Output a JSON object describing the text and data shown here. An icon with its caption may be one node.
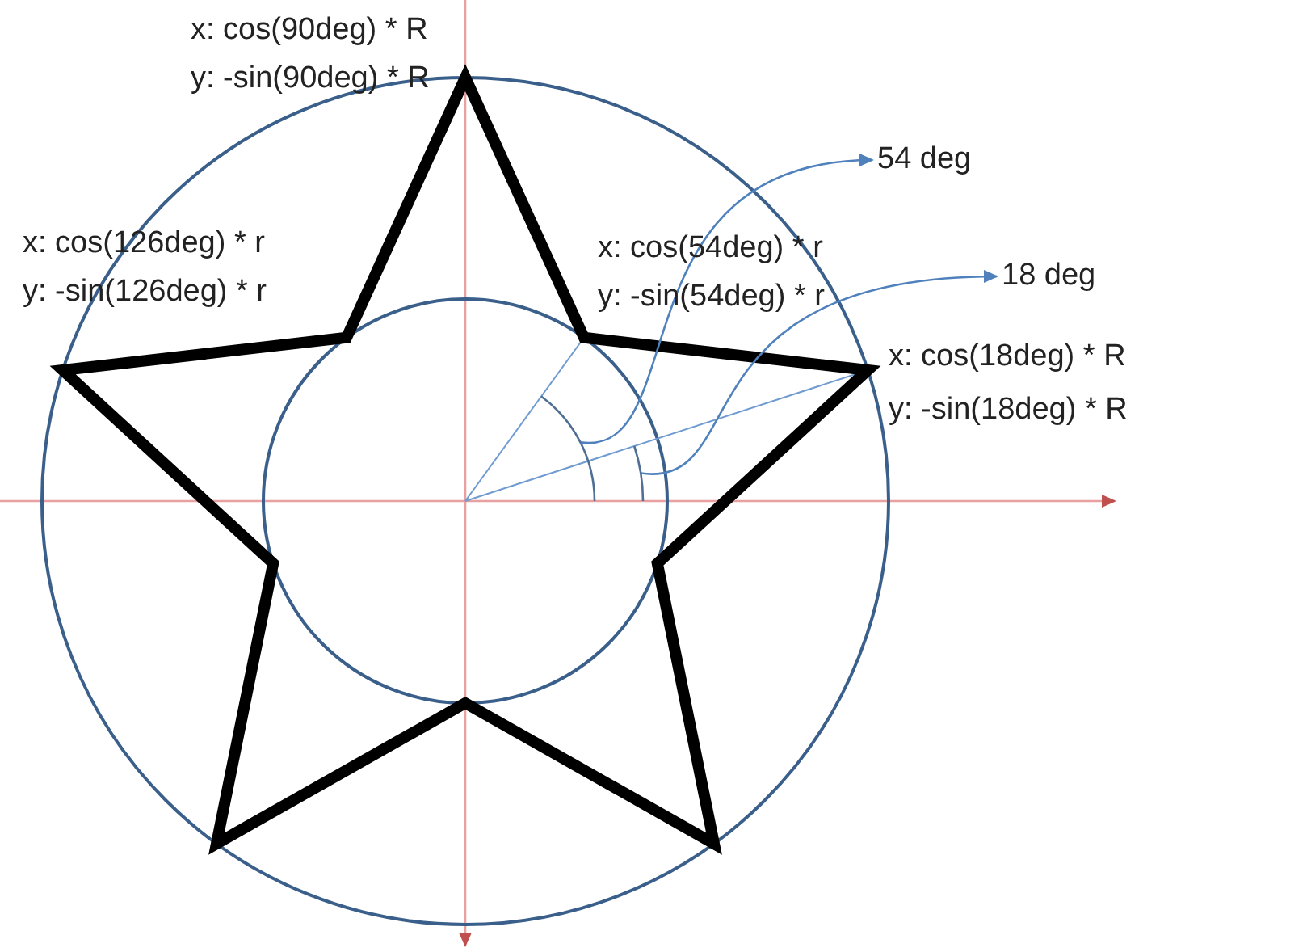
{
  "diagram": {
    "nodes": [
      {
        "text": [
          "54 deg"
        ]
      },
      {
        "text": [
          "18 deg"
        ]
      },
      {
        "text": [],
        "shape": "arc"
      },
      {
        "text": [],
        "shape": "arc"
      }
    ],
    "edges": [
      {
        "from": 2,
        "to": 0,
        "arrow": "to"
      },
      {
        "from": 3,
        "to": 1,
        "arrow": "to"
      }
    ],
    "labels": [
      "x: cos(90deg) * R",
      "y: -sin(90deg) * R",
      "x: cos(126deg) * r",
      "y: -sin(126deg) * r",
      "x: cos(54deg) * r",
      "y: -sin(54deg) * r",
      "x: cos(18deg) * R",
      "y: -sin(18deg) * R"
    ]
  }
}
